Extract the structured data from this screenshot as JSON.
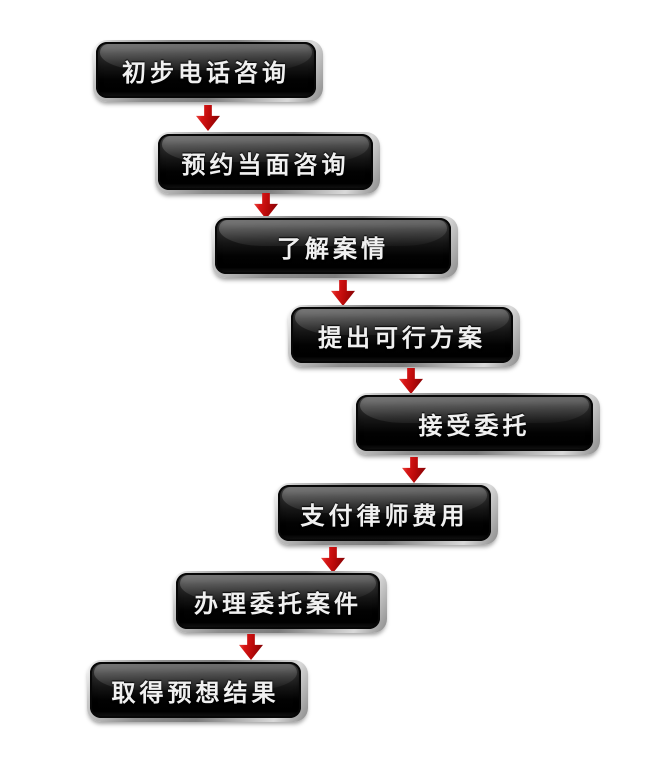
{
  "diagram": {
    "type": "flowchart",
    "direction": "top-to-bottom",
    "steps": [
      {
        "label": "初步电话咨询"
      },
      {
        "label": "预约当面咨询"
      },
      {
        "label": "了解案情"
      },
      {
        "label": "提出可行方案"
      },
      {
        "label": "接受委托"
      },
      {
        "label": "支付律师费用"
      },
      {
        "label": "办理委托案件"
      },
      {
        "label": "取得预想结果"
      }
    ],
    "connections": [
      [
        0,
        1
      ],
      [
        1,
        2
      ],
      [
        2,
        3
      ],
      [
        3,
        4
      ],
      [
        4,
        5
      ],
      [
        5,
        6
      ],
      [
        6,
        7
      ]
    ],
    "connector_icon": "arrow-down"
  },
  "colors": {
    "background": "#ffffff",
    "node_body": "#0d0d0d",
    "node_rim_silver": "#b5b5b5",
    "node_label_text": "#f0f0f0",
    "arrow_red": "#c01010"
  }
}
